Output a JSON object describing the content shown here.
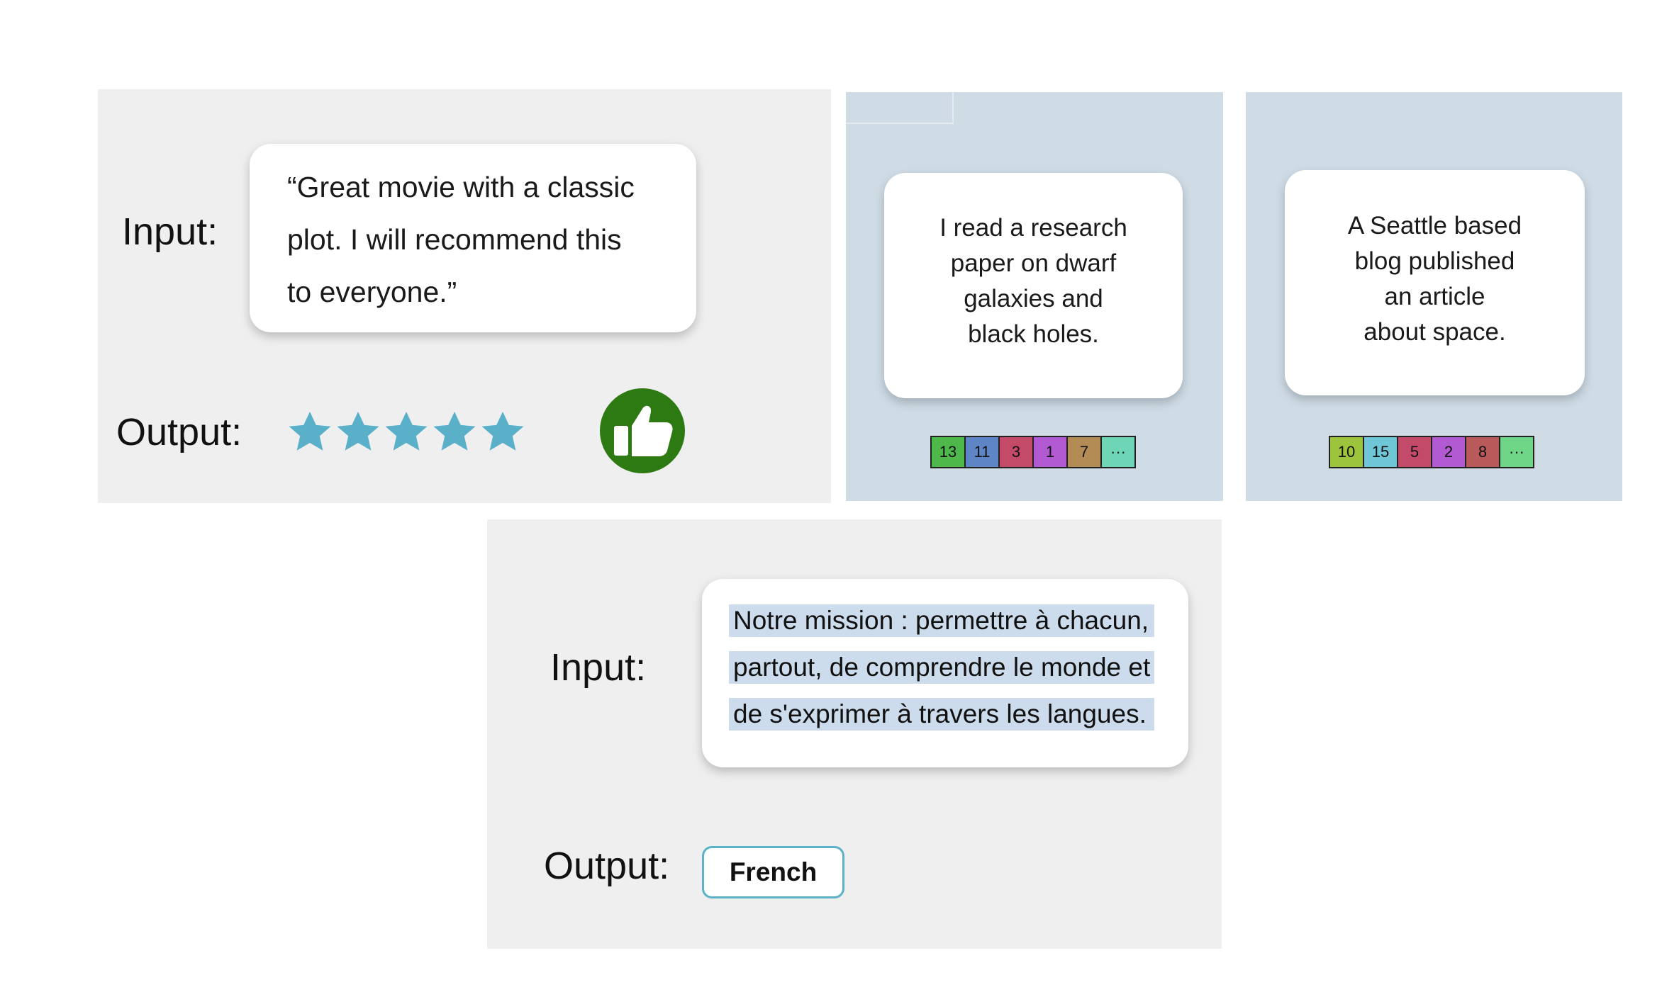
{
  "sentiment": {
    "input_label": "Input:",
    "input_lines": [
      "“Great movie with a classic",
      "plot. I will recommend this",
      "to everyone.”"
    ],
    "output_label": "Output:",
    "rating": {
      "value": 5,
      "max": 5
    },
    "star_color": "#5aafc9",
    "thumb_icon": "thumbs-up-icon",
    "thumb_color": "#2e7a12"
  },
  "embedding_1": {
    "lines": [
      "I read a research",
      "paper on  dwarf",
      "galaxies and",
      "black holes."
    ],
    "tokens": [
      {
        "label": "13",
        "color": "#4fb84a"
      },
      {
        "label": "11",
        "color": "#5e86c7"
      },
      {
        "label": "3",
        "color": "#c44a6a"
      },
      {
        "label": "1",
        "color": "#b25ad2"
      },
      {
        "label": "7",
        "color": "#b38c55"
      },
      {
        "label": "···",
        "color": "#6ed6b6"
      }
    ]
  },
  "embedding_2": {
    "lines": [
      "A Seattle based",
      "blog published",
      "an article",
      "about space."
    ],
    "tokens": [
      {
        "label": "10",
        "color": "#9cc43c"
      },
      {
        "label": "15",
        "color": "#6ec6d6"
      },
      {
        "label": "5",
        "color": "#c44a6a"
      },
      {
        "label": "2",
        "color": "#b25ad2"
      },
      {
        "label": "8",
        "color": "#b85a5a"
      },
      {
        "label": "···",
        "color": "#6ed686"
      }
    ]
  },
  "language": {
    "input_label": "Input:",
    "input_lines": [
      "Notre mission : permettre à chacun,",
      "partout, de comprendre le monde et",
      "de s'exprimer à travers les langues."
    ],
    "output_label": "Output:",
    "output_value": "French",
    "highlight_color": "#ccdcec",
    "badge_border_color": "#5ab1c8"
  }
}
